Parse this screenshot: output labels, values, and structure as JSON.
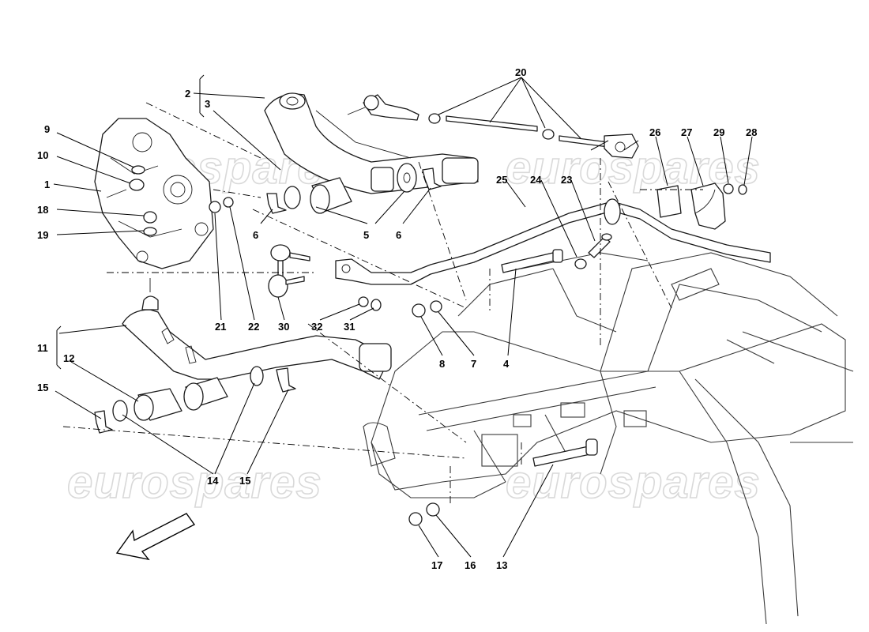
{
  "watermark": "eurospares",
  "labels": {
    "l1": "1",
    "l2": "2",
    "l3": "3",
    "l4": "4",
    "l5": "5",
    "l6a": "6",
    "l6b": "6",
    "l7": "7",
    "l8": "8",
    "l9": "9",
    "l10": "10",
    "l11": "11",
    "l12": "12",
    "l13": "13",
    "l14": "14",
    "l15a": "15",
    "l15b": "15",
    "l16": "16",
    "l17": "17",
    "l18": "18",
    "l19": "19",
    "l20": "20",
    "l21": "21",
    "l22": "22",
    "l23": "23",
    "l24": "24",
    "l25": "25",
    "l26": "26",
    "l27": "27",
    "l28": "28",
    "l29": "29",
    "l30": "30",
    "l31": "31",
    "l32": "32"
  }
}
